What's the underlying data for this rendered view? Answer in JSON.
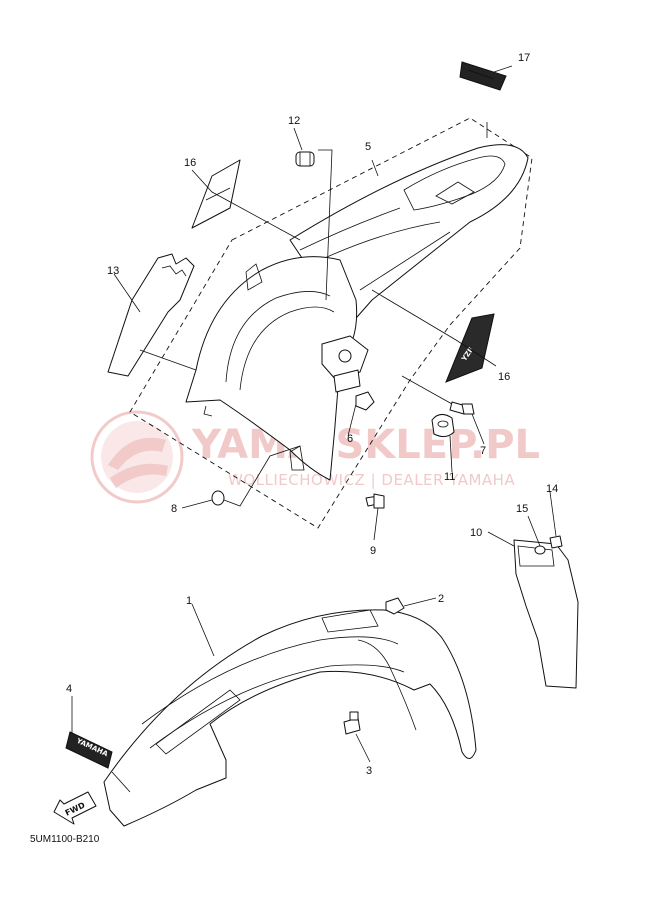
{
  "watermark": {
    "title": "YAMA-SKLEP.PL",
    "subtitle": "WOLLIECHOWICZ | DEALER YAMAHA",
    "color": "#e8a0a0"
  },
  "diagram_code": "5UM1100-B210",
  "decal_labels": {
    "yamaha_decal": "YAMAHA",
    "fwd_arrow": "FWD",
    "side_decal": "YZF"
  },
  "callouts": [
    {
      "id": "c1",
      "label": "1"
    },
    {
      "id": "c2",
      "label": "2"
    },
    {
      "id": "c3",
      "label": "3"
    },
    {
      "id": "c4",
      "label": "4"
    },
    {
      "id": "c5",
      "label": "5"
    },
    {
      "id": "c6",
      "label": "6"
    },
    {
      "id": "c7",
      "label": "7"
    },
    {
      "id": "c8",
      "label": "8"
    },
    {
      "id": "c9",
      "label": "9"
    },
    {
      "id": "c10",
      "label": "10"
    },
    {
      "id": "c11",
      "label": "11"
    },
    {
      "id": "c12",
      "label": "12"
    },
    {
      "id": "c13",
      "label": "13"
    },
    {
      "id": "c14",
      "label": "14"
    },
    {
      "id": "c15",
      "label": "15"
    },
    {
      "id": "c16a",
      "label": "16"
    },
    {
      "id": "c16b",
      "label": "16"
    },
    {
      "id": "c17",
      "label": "17"
    }
  ]
}
